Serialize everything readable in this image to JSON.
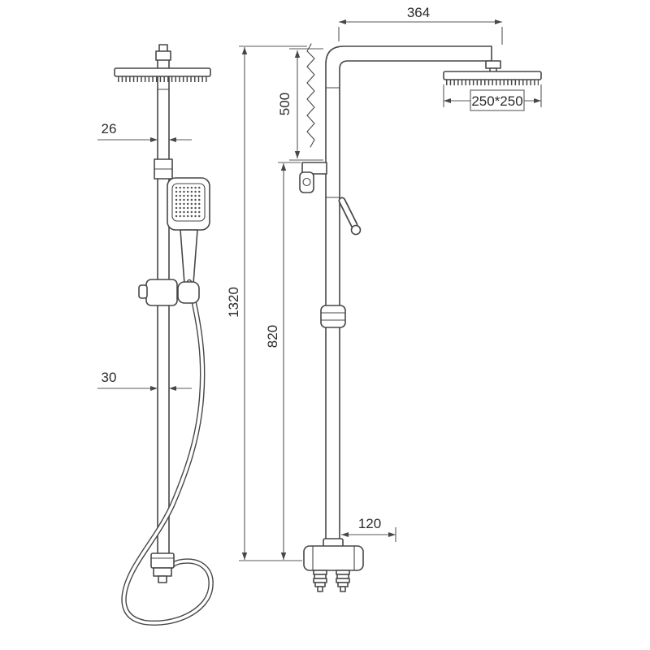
{
  "drawing": {
    "type": "shower-column-technical-drawing",
    "views": [
      "front-view",
      "side-view"
    ]
  },
  "dimensions": {
    "arm_reach": "364",
    "upper_section": "500",
    "head_size": "250*250",
    "pole_width_top": "26",
    "total_height": "1320",
    "lower_section": "820",
    "pole_width_bottom": "30",
    "mixer_offset": "120"
  }
}
